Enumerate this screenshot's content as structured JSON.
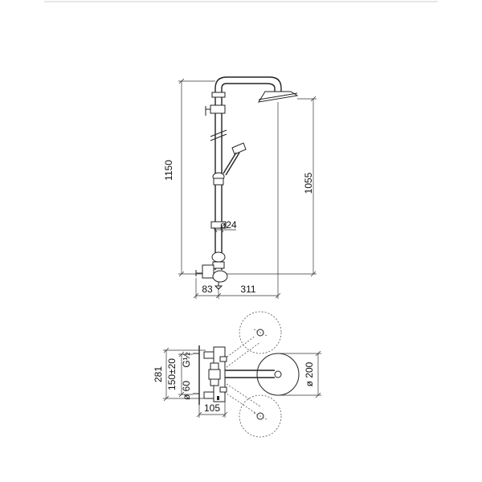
{
  "side_view": {
    "dim_total_height": "1150",
    "dim_head_height": "1055",
    "dim_pipe_diameter": "ø24",
    "dim_wall_offset": "83",
    "dim_head_reach": "311"
  },
  "top_view": {
    "dim_overall": "281",
    "dim_center": "150±20",
    "dim_escutcheon": "ø 60",
    "dim_thread": "G½",
    "dim_depth": "105",
    "dim_head_diameter": "ø 200"
  }
}
